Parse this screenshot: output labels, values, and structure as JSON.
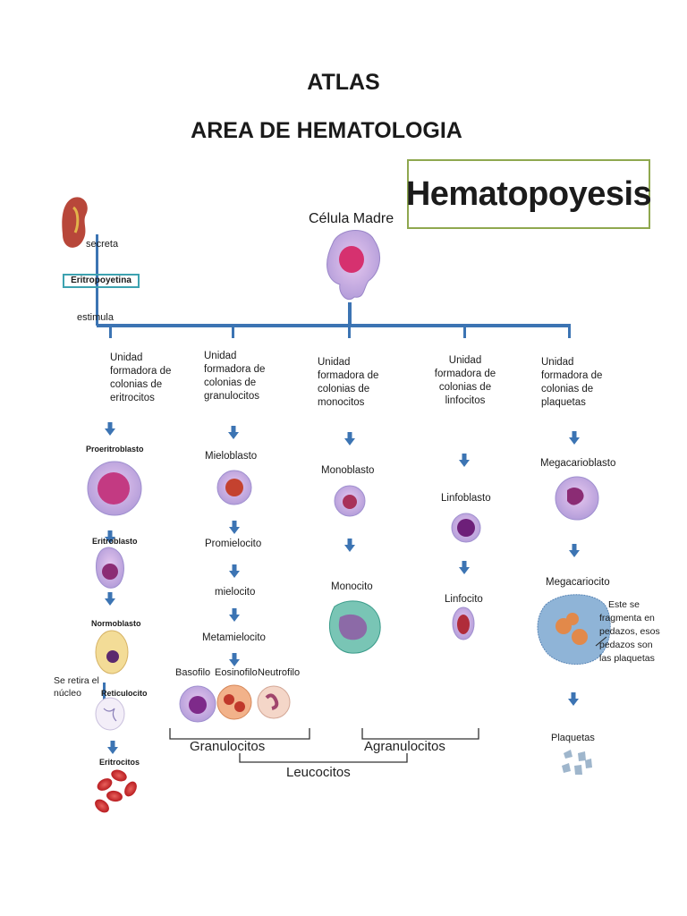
{
  "header": {
    "title": "ATLAS",
    "subtitle": "AREA DE HEMATOLOGIA"
  },
  "diagram": {
    "title": "Hematopoyesis",
    "root": "Célula Madre",
    "kidney": {
      "secreta": "secreta",
      "hormone": "Eritropoyetina",
      "estimula": "estimula"
    },
    "branches": [
      {
        "unit": [
          "Unidad",
          "formadora de",
          "colonias de",
          "eritrocitos"
        ],
        "stages": [
          "Proeritroblasto",
          "Eritroblasto",
          "Normoblasto",
          "Reticulocito",
          "Eritrocitos"
        ],
        "note": [
          "Se retira el",
          "núcleo"
        ]
      },
      {
        "unit": [
          "Unidad",
          "formadora de",
          "colonias de",
          "granulocitos"
        ],
        "stages": [
          "Mieloblasto",
          "Promielocito",
          "mielocito",
          "Metamielocito"
        ],
        "final": [
          "Basofilo",
          "Eosinofilo",
          "Neutrofilo"
        ]
      },
      {
        "unit": [
          "Unidad",
          "formadora de",
          "colonias de",
          "monocitos"
        ],
        "stages": [
          "Monoblasto",
          "Monocito"
        ]
      },
      {
        "unit": [
          "Unidad",
          "formadora de",
          "colonias de",
          "linfocitos"
        ],
        "stages": [
          "Linfoblasto",
          "Linfocito"
        ]
      },
      {
        "unit": [
          "Unidad",
          "formadora de",
          "colonias de",
          "plaquetas"
        ],
        "stages": [
          "Megacarioblasto",
          "Megacariocito",
          "Plaquetas"
        ],
        "note": [
          "Este se",
          "fragmenta en",
          "pedazos, esos",
          "pedazos son",
          "las plaquetas"
        ]
      }
    ],
    "groups": {
      "granulocitos": "Granulocitos",
      "agranulocitos": "Agranulocitos",
      "leucocitos": "Leucocitos"
    }
  },
  "colors": {
    "connector": "#3c74b3",
    "title_border": "#8fa84f",
    "epo_border": "#3da2b0",
    "cell_purple": "#b39bd6",
    "nucleus": "#8b2c74",
    "erythrocyte": "#c8262b"
  }
}
